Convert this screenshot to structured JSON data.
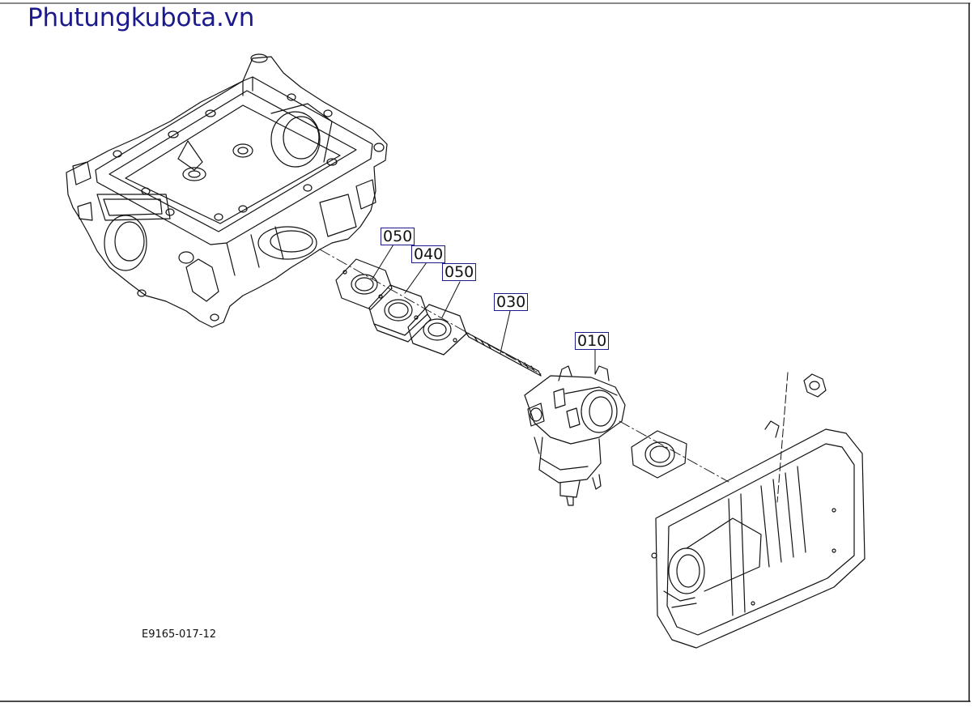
{
  "watermark": "Phutungkubota.vn",
  "drawing_code": "E9165-017-12",
  "callouts": {
    "c050a": "050",
    "c040": "040",
    "c050b": "050",
    "c030": "030",
    "c010": "010"
  },
  "colors": {
    "line": "#111111",
    "callout_border": "#1a1a8c",
    "watermark": "#1a1a8c"
  }
}
